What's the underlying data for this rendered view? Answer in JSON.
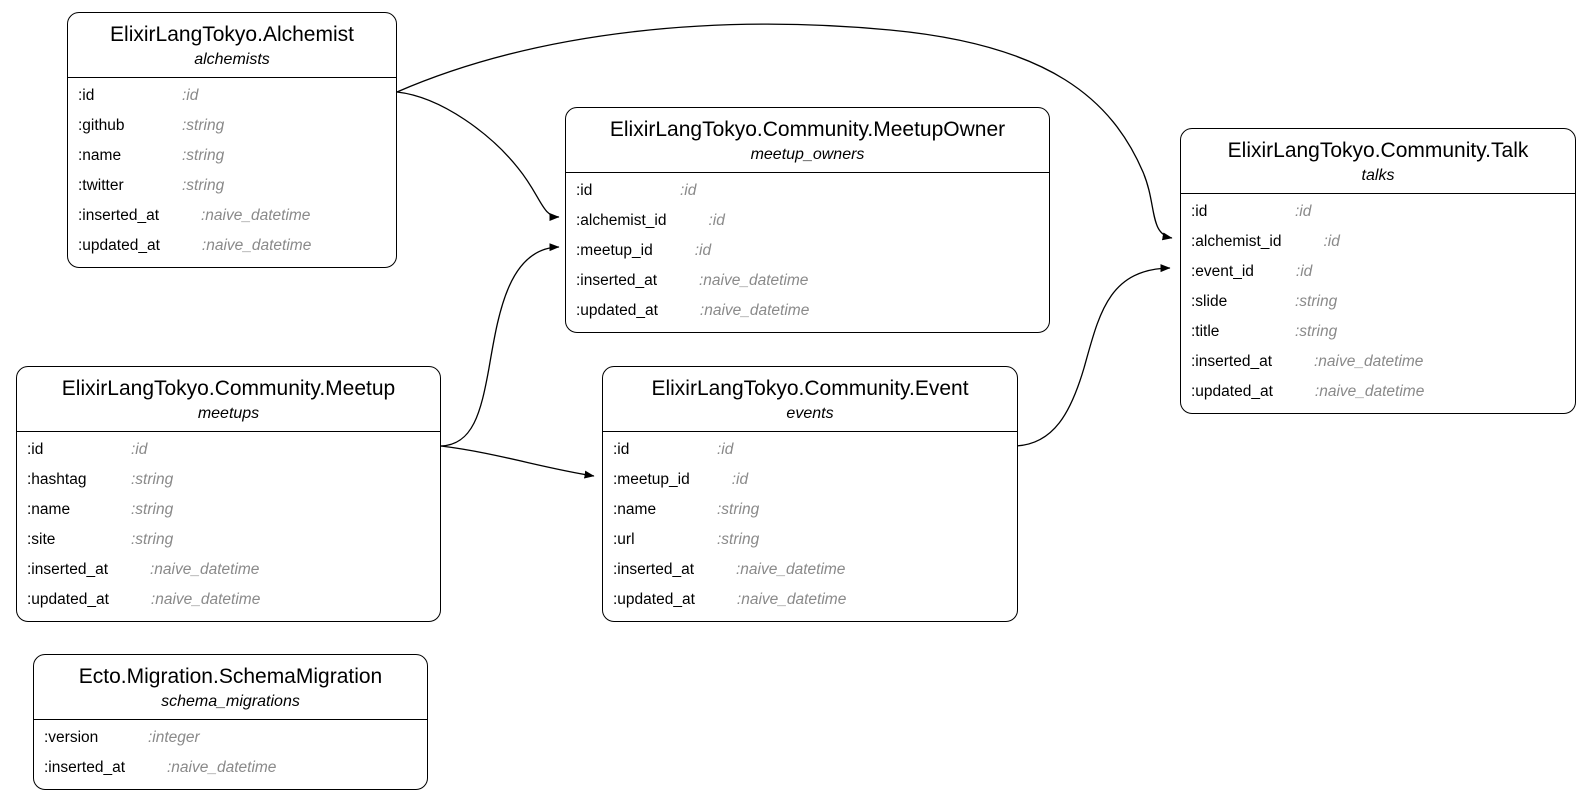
{
  "colors": {
    "background": "#ffffff",
    "border": "#000000",
    "field_name_text": "#000000",
    "field_type_text": "#8a8a8a"
  },
  "entities": [
    {
      "key": "alchemist",
      "module": "ElixirLangTokyo.Alchemist",
      "table": "alchemists",
      "fields": [
        {
          "name": ":id",
          "type": ":id"
        },
        {
          "name": ":github",
          "type": ":string"
        },
        {
          "name": ":name",
          "type": ":string"
        },
        {
          "name": ":twitter",
          "type": ":string"
        },
        {
          "name": ":inserted_at",
          "type": ":naive_datetime"
        },
        {
          "name": ":updated_at",
          "type": ":naive_datetime"
        }
      ]
    },
    {
      "key": "meetup_owner",
      "module": "ElixirLangTokyo.Community.MeetupOwner",
      "table": "meetup_owners",
      "fields": [
        {
          "name": ":id",
          "type": ":id"
        },
        {
          "name": ":alchemist_id",
          "type": ":id"
        },
        {
          "name": ":meetup_id",
          "type": ":id"
        },
        {
          "name": ":inserted_at",
          "type": ":naive_datetime"
        },
        {
          "name": ":updated_at",
          "type": ":naive_datetime"
        }
      ]
    },
    {
      "key": "talk",
      "module": "ElixirLangTokyo.Community.Talk",
      "table": "talks",
      "fields": [
        {
          "name": ":id",
          "type": ":id"
        },
        {
          "name": ":alchemist_id",
          "type": ":id"
        },
        {
          "name": ":event_id",
          "type": ":id"
        },
        {
          "name": ":slide",
          "type": ":string"
        },
        {
          "name": ":title",
          "type": ":string"
        },
        {
          "name": ":inserted_at",
          "type": ":naive_datetime"
        },
        {
          "name": ":updated_at",
          "type": ":naive_datetime"
        }
      ]
    },
    {
      "key": "meetup",
      "module": "ElixirLangTokyo.Community.Meetup",
      "table": "meetups",
      "fields": [
        {
          "name": ":id",
          "type": ":id"
        },
        {
          "name": ":hashtag",
          "type": ":string"
        },
        {
          "name": ":name",
          "type": ":string"
        },
        {
          "name": ":site",
          "type": ":string"
        },
        {
          "name": ":inserted_at",
          "type": ":naive_datetime"
        },
        {
          "name": ":updated_at",
          "type": ":naive_datetime"
        }
      ]
    },
    {
      "key": "event",
      "module": "ElixirLangTokyo.Community.Event",
      "table": "events",
      "fields": [
        {
          "name": ":id",
          "type": ":id"
        },
        {
          "name": ":meetup_id",
          "type": ":id"
        },
        {
          "name": ":name",
          "type": ":string"
        },
        {
          "name": ":url",
          "type": ":string"
        },
        {
          "name": ":inserted_at",
          "type": ":naive_datetime"
        },
        {
          "name": ":updated_at",
          "type": ":naive_datetime"
        }
      ]
    },
    {
      "key": "schema_migration",
      "module": "Ecto.Migration.SchemaMigration",
      "table": "schema_migrations",
      "fields": [
        {
          "name": ":version",
          "type": ":integer"
        },
        {
          "name": ":inserted_at",
          "type": ":naive_datetime"
        }
      ]
    }
  ],
  "relations": [
    {
      "from": "ElixirLangTokyo.Alchemist",
      "to": "ElixirLangTokyo.Community.MeetupOwner",
      "to_field": ":alchemist_id"
    },
    {
      "from": "ElixirLangTokyo.Alchemist",
      "to": "ElixirLangTokyo.Community.Talk",
      "to_field": ":alchemist_id"
    },
    {
      "from": "ElixirLangTokyo.Community.Meetup",
      "to": "ElixirLangTokyo.Community.MeetupOwner",
      "to_field": ":meetup_id"
    },
    {
      "from": "ElixirLangTokyo.Community.Meetup",
      "to": "ElixirLangTokyo.Community.Event",
      "to_field": ":meetup_id"
    },
    {
      "from": "ElixirLangTokyo.Community.Event",
      "to": "ElixirLangTokyo.Community.Talk",
      "to_field": ":event_id"
    }
  ]
}
